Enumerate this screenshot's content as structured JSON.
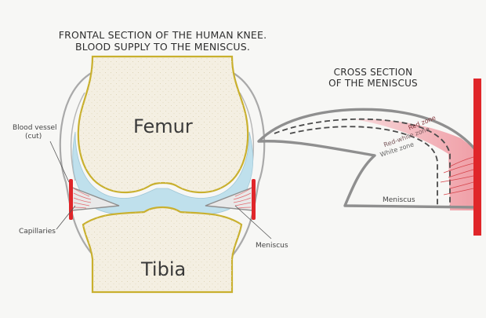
{
  "title": {
    "line1": "FRONTAL SECTION OF THE HUMAN KNEE.",
    "line2": "BLOOD SUPPLY TO THE MENISCUS."
  },
  "cross_title": {
    "line1": "CROSS SECTION",
    "line2": "OF THE MENISCUS"
  },
  "labels": {
    "femur": "Femur",
    "tibia": "Tibia",
    "blood_vessel_1": "Blood vessel",
    "blood_vessel_2": "(cut)",
    "capillaries": "Capillaries",
    "meniscus_left": "Meniscus",
    "meniscus_right": "Meniscus",
    "red_zone": "Red zone",
    "red_white_zone": "Red-white zone",
    "white_zone": "White zone"
  },
  "colors": {
    "bone_outline": "#c9b02e",
    "bone_fill": "#f4efe2",
    "cartilage": "#bfe0ec",
    "capsule": "#9a9a9a",
    "vessel_red": "#e0262a",
    "red_zone": "#f2b7bc",
    "meniscus_gray": "#8f8f8f"
  }
}
